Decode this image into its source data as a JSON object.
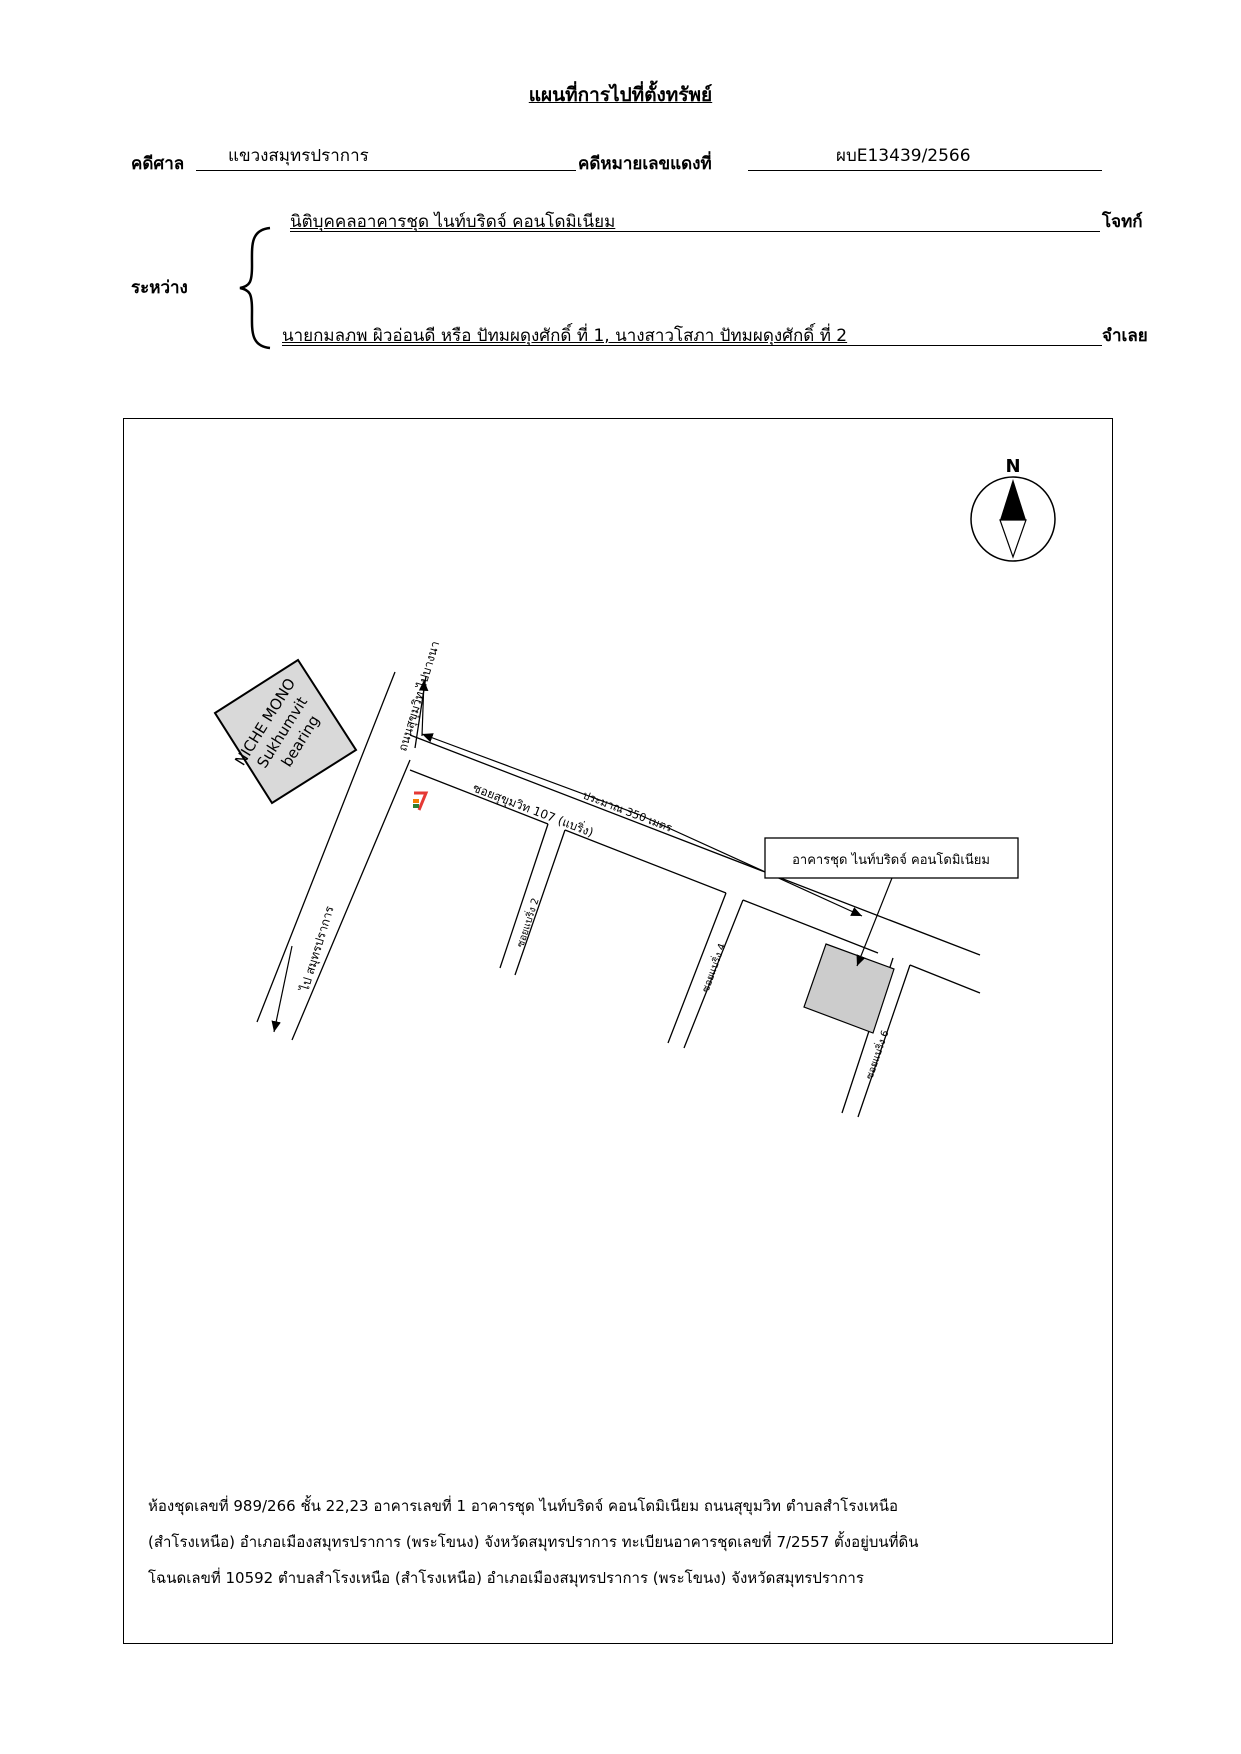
{
  "header": {
    "title": "แผนที่การไปที่ตั้งทรัพย์",
    "court_label": "คดีศาล",
    "court_value": "แขวงสมุทรปราการ",
    "case_no_label": "คดีหมายเลขแดงที่",
    "case_no_value": "ผบE13439/2566"
  },
  "parties": {
    "between_label": "ระหว่าง",
    "plaintiff_name": "นิติบุคคลอาคารชุด ไนท์บริดจ์ คอนโดมิเนียม",
    "plaintiff_label": "โจทก์",
    "defendant_name": "นายกมลภพ ผิวอ่อนดี หรือ ปัทมผดุงศักดิ์ ที่ 1, นางสาวโสภา ปัทมผดุงศักดิ์ ที่ 2",
    "defendant_label": "จำเลย"
  },
  "map": {
    "compass_label": "N",
    "landmark": [
      "NICHE MONO",
      "Sukhumvit",
      "bearing"
    ],
    "road_main_right": "ถนนสุขุมวิท ไปบางนา",
    "road_main_left": "ไป สมุทรปราการ",
    "soi_main": "ซอยสุขุมวิท 107 (แบริ่ง)",
    "distance": "ประมาณ 350 เมตร",
    "soi_1": "ซอยแบริ่ง 2",
    "soi_2": "ซอยแบริ่ง 4",
    "soi_3": "ซอยแบริ่ง 6",
    "building_label": "อาคารชุด ไนท์บริดจ์ คอนโดมิเนียม",
    "store_icon": "seven-eleven-icon"
  },
  "description": {
    "line1": "ห้องชุดเลขที่ 989/266 ชั้น 22,23 อาคารเลขที่ 1 อาคารชุด ไนท์บริดจ์ คอนโดมิเนียม ถนนสุขุมวิท ตำบลสำโรงเหนือ",
    "line2": "(สำโรงเหนือ) อำเภอเมืองสมุทรปราการ (พระโขนง) จังหวัดสมุทรปราการ ทะเบียนอาคารชุดเลขที่ 7/2557 ตั้งอยู่บนที่ดิน",
    "line3": "โฉนดเลขที่ 10592 ตำบลสำโรงเหนือ (สำโรงเหนือ) อำเภอเมืองสมุทรปราการ (พระโขนง) จังหวัดสมุทรปราการ"
  }
}
